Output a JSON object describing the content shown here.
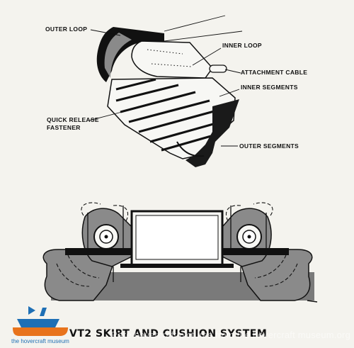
{
  "labels": {
    "outer_loop": "OUTER LOOP",
    "inner_loop": "INNER LOOP",
    "attachment_cable": "ATTACHMENT CABLE",
    "inner_segments": "INNER SEGMENTS",
    "quick_release_1": "QUICK RELEASE",
    "quick_release_2": "FASTENER",
    "outer_segments": "OUTER SEGMENTS"
  },
  "title": "VT2 SKIRT AND CUSHION SYSTEM",
  "watermark": "Rare hovercraft pictures from the hovercraft museum.org",
  "logo": {
    "caption": "the hovercraft museum",
    "colors": {
      "blue": "#1e6fb5",
      "orange": "#e8731c"
    }
  },
  "colors": {
    "ink": "#111111",
    "shade": "#7a7a7a",
    "paper": "#f4f3ee"
  }
}
